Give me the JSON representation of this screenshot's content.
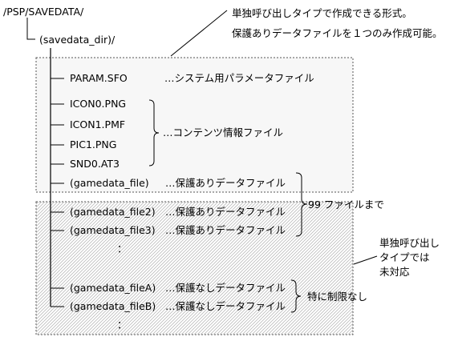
{
  "root_path": "/PSP/SAVEDATA/",
  "savedata_dir": "(savedata_dir)/",
  "files": {
    "param": "PARAM.SFO",
    "icon0": "ICON0.PNG",
    "icon1": "ICON1.PMF",
    "pic1": "PIC1.PNG",
    "snd0": "SND0.AT3",
    "gamedata": "(gamedata_file)",
    "gamedata2": "(gamedata_file2)",
    "gamedata3": "(gamedata_file3)",
    "gamedataA": "(gamedata_fileA)",
    "gamedataB": "(gamedata_fileB)"
  },
  "descriptions": {
    "param": "…システム用パラメータファイル",
    "content": "…コンテンツ情報ファイル",
    "protected": "…保護ありデータファイル",
    "unprotected": "…保護なしデータファイル"
  },
  "vertical_ellipsis": "：",
  "notes": {
    "single_call_line1": "単独呼び出しタイプで作成できる形式。",
    "single_call_line2": "保護ありデータファイルを１つのみ作成可能。",
    "limit_99": "99 ファイルまで",
    "no_limit": "特に制限なし",
    "unsupported_line1": "単独呼び出し",
    "unsupported_line2": "タイプでは",
    "unsupported_line3": "未対応"
  }
}
